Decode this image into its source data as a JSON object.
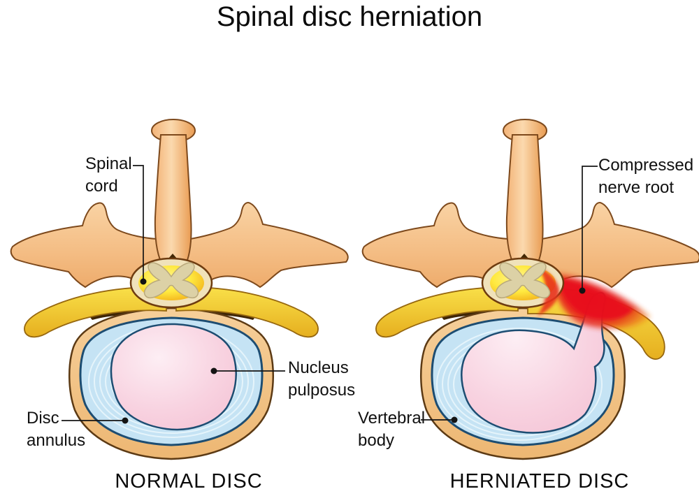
{
  "title": "Spinal disc herniation",
  "figures": {
    "normal": {
      "caption": "NORMAL DISC",
      "labels": {
        "spinal_cord": "Spinal\ncord",
        "nucleus_pulposus": "Nucleus\npulposus",
        "disc_annulus": "Disc\nannulus"
      }
    },
    "herniated": {
      "caption": "HERNIATED DISC",
      "labels": {
        "compressed_nerve_root": "Compressed\nnerve root",
        "vertebral_body": "Vertebral\nbody"
      }
    }
  },
  "palette": {
    "bone_light": "#f9d3a4",
    "bone_dark": "#efaf72",
    "bone_outline": "#7d491c",
    "nerve_yellow": "#f8df46",
    "nerve_yellow_deep": "#e9b625",
    "cord_capsule_cream": "#f0e2ba",
    "cord_yellow": "#ffe93f",
    "gray_matter_cream": "#dcd1a6",
    "foramen_brown": "#432806",
    "disc_ring_tan": "#f2c289",
    "annulus_blue": "#c5e3f4",
    "annulus_stroke_navy": "#1d4d72",
    "nucleus_pink": "#f6c9da",
    "inflammation_red": "#e30b1e",
    "text_black": "#0d0d0d"
  }
}
